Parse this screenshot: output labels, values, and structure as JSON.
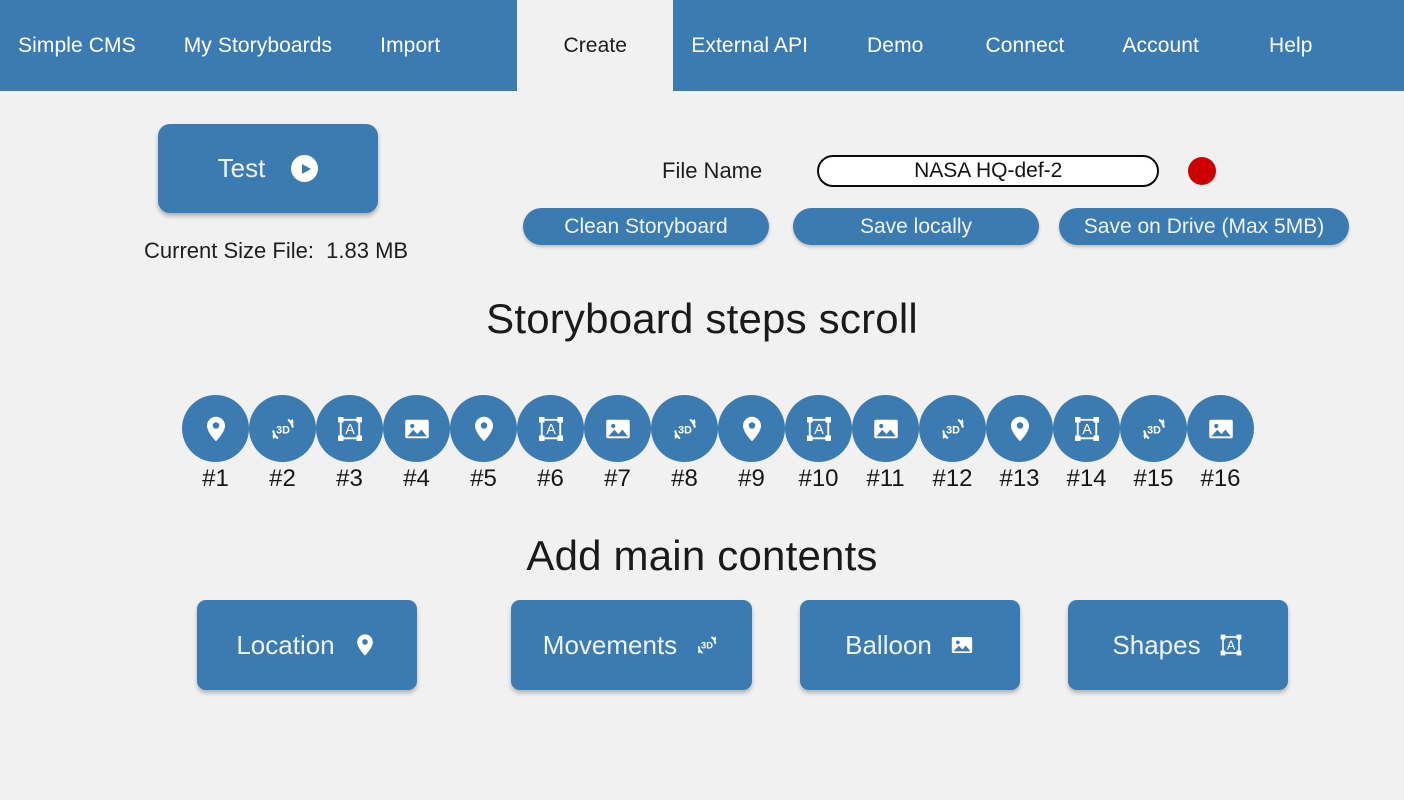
{
  "app": {
    "accent_color": "#3c7ab2",
    "background_color": "#f1f1f1",
    "status_color": "#cc0000"
  },
  "navbar": {
    "items": [
      {
        "label": "Simple CMS",
        "active": false
      },
      {
        "label": "My Storyboards",
        "active": false
      },
      {
        "label": "Import",
        "active": false
      },
      {
        "label": "Create",
        "active": true
      },
      {
        "label": "External API",
        "active": false
      },
      {
        "label": "Demo",
        "active": false
      },
      {
        "label": "Connect",
        "active": false
      },
      {
        "label": "Account",
        "active": false
      },
      {
        "label": "Help",
        "active": false
      }
    ]
  },
  "toolbar": {
    "test_label": "Test",
    "test_icon": "play-icon",
    "size_file_label": "Current Size File:  1.83 MB",
    "filename_label": "File Name",
    "filename_value": "NASA HQ-def-2",
    "filename_placeholder": "File name",
    "status_dot": "record-indicator",
    "clean_label": "Clean Storyboard",
    "save_local_label": "Save locally",
    "save_drive_label": "Save on Drive (Max 5MB)"
  },
  "sections": {
    "steps_heading": "Storyboard steps scroll",
    "add_heading": "Add main contents"
  },
  "steps": [
    {
      "label": "#1",
      "icon": "location-pin-icon"
    },
    {
      "label": "#2",
      "icon": "rotate-3d-icon"
    },
    {
      "label": "#3",
      "icon": "shapes-icon"
    },
    {
      "label": "#4",
      "icon": "image-icon"
    },
    {
      "label": "#5",
      "icon": "location-pin-icon"
    },
    {
      "label": "#6",
      "icon": "shapes-icon"
    },
    {
      "label": "#7",
      "icon": "image-icon"
    },
    {
      "label": "#8",
      "icon": "rotate-3d-icon"
    },
    {
      "label": "#9",
      "icon": "location-pin-icon"
    },
    {
      "label": "#10",
      "icon": "shapes-icon"
    },
    {
      "label": "#11",
      "icon": "image-icon"
    },
    {
      "label": "#12",
      "icon": "rotate-3d-icon"
    },
    {
      "label": "#13",
      "icon": "location-pin-icon"
    },
    {
      "label": "#14",
      "icon": "shapes-icon"
    },
    {
      "label": "#15",
      "icon": "rotate-3d-icon"
    },
    {
      "label": "#16",
      "icon": "image-icon"
    }
  ],
  "content_buttons": [
    {
      "label": "Location",
      "icon": "location-pin-icon"
    },
    {
      "label": "Movements",
      "icon": "rotate-3d-icon"
    },
    {
      "label": "Balloon",
      "icon": "image-icon"
    },
    {
      "label": "Shapes",
      "icon": "shapes-icon"
    }
  ]
}
